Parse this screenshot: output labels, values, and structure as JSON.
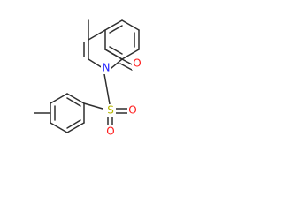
{
  "structure": {
    "atoms": [
      {
        "id": "n1",
        "element": "N",
        "label": "N",
        "color": "#2020ff"
      },
      {
        "id": "o1",
        "element": "O",
        "label": "O",
        "color": "#ff1a1a"
      },
      {
        "id": "s1",
        "element": "S",
        "label": "S",
        "color": "#b7b700"
      },
      {
        "id": "o2",
        "element": "O",
        "label": "O",
        "color": "#ff1a1a"
      },
      {
        "id": "o3",
        "element": "O",
        "label": "O",
        "color": "#ff1a1a"
      }
    ],
    "bond_color": "#2f2f2f"
  }
}
